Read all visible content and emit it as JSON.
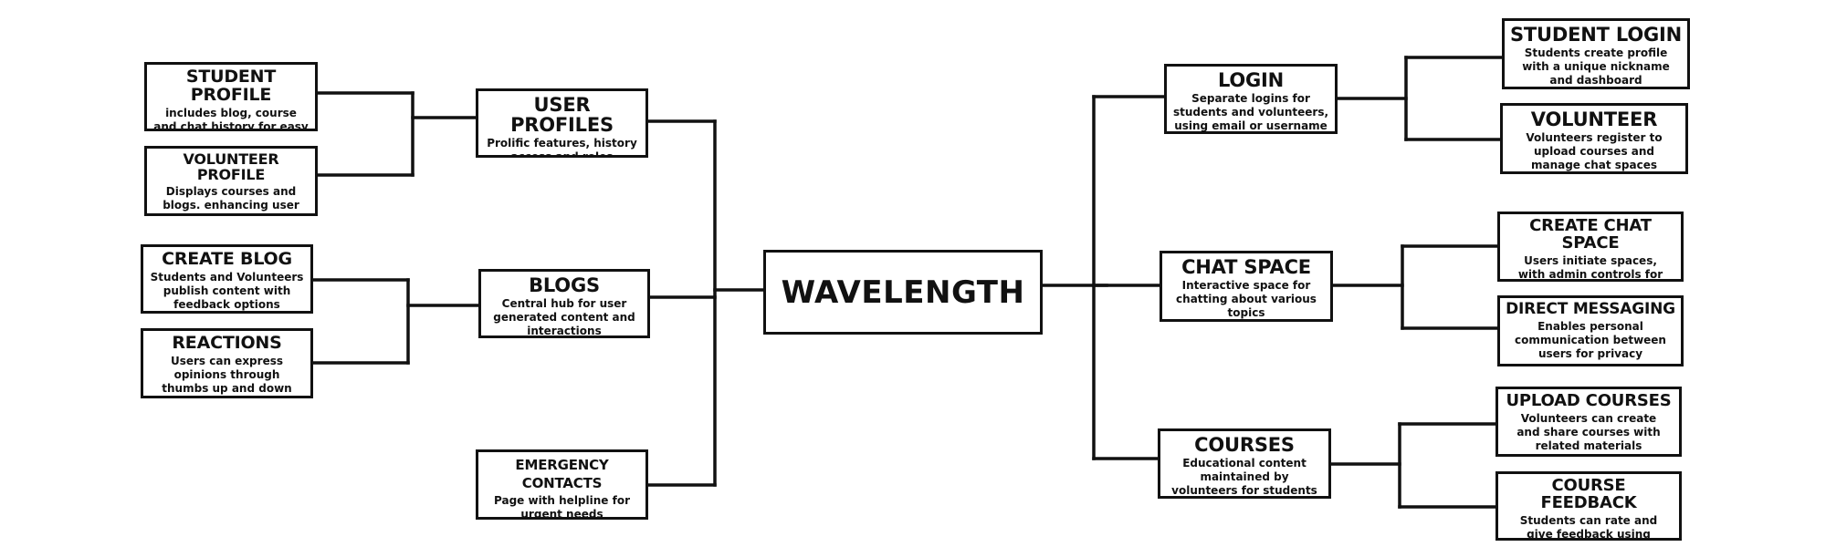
{
  "center": {
    "title": "WAVELENGTH"
  },
  "left": {
    "user_profiles": {
      "title": "USER PROFILES",
      "desc": "Prolific features, history access and roles differentiation"
    },
    "student_profile": {
      "title": "STUDENT PROFILE",
      "desc": "includes blog, course and chat history for easy access"
    },
    "volunteer_profile": {
      "title": "VOLUNTEER PROFILE",
      "desc": "Displays courses and blogs. enhancing user visibility and interaction"
    },
    "blogs": {
      "title": "BLOGS",
      "desc": "Central hub for user generated content and interactions"
    },
    "create_blog": {
      "title": "CREATE BLOG",
      "desc": "Students and Volunteers publish content with feedback options"
    },
    "reactions": {
      "title": "REACTIONS",
      "desc": "Users can express opinions through thumbs up and down"
    },
    "emergency_contacts": {
      "title": "EMERGENCY CONTACTS",
      "desc": "Page with helpline for urgent needs"
    }
  },
  "right": {
    "login": {
      "title": "LOGIN",
      "desc": "Separate logins for students and volunteers, using email or username"
    },
    "student_login": {
      "title": "STUDENT LOGIN",
      "desc": "Students create profile with a unique nickname and dashboard"
    },
    "volunteer": {
      "title": "VOLUNTEER",
      "desc": "Volunteers register to upload courses and manage chat spaces"
    },
    "chat_space": {
      "title": "CHAT SPACE",
      "desc": "Interactive space for chatting about various topics"
    },
    "create_chat_space": {
      "title": "CREATE CHAT SPACE",
      "desc": "Users initiate spaces, with admin controls for management"
    },
    "direct_messaging": {
      "title": "DIRECT MESSAGING",
      "desc": "Enables personal communication between users for privacy"
    },
    "courses": {
      "title": "COURSES",
      "desc": "Educational content maintained by volunteers for students"
    },
    "upload_courses": {
      "title": "UPLOAD COURSES",
      "desc": "Volunteers can create and share courses with related materials"
    },
    "course_feedback": {
      "title": "COURSE FEEDBACK",
      "desc": "Students can rate and give feedback using structured system"
    }
  }
}
